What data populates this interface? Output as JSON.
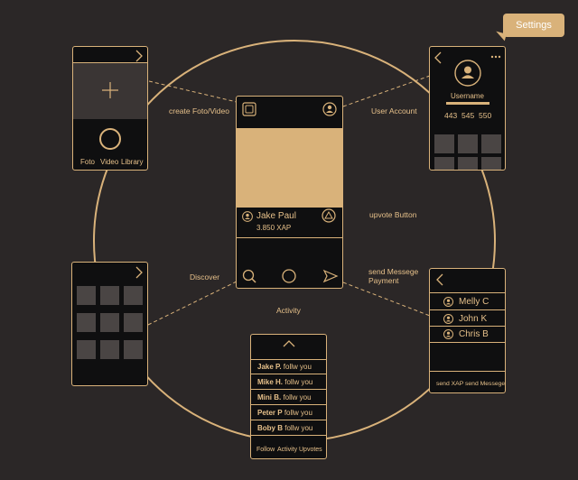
{
  "labels": {
    "create": "create Foto/Video",
    "user_account": "User Account",
    "upvote": "upvote Button",
    "discover": "Discover",
    "send_line1": "send Messege",
    "send_line2": "Payment",
    "activity": "Activity"
  },
  "settings_callout": "Settings",
  "camera_screen": {
    "tabs": [
      "Foto",
      "Video",
      "Library"
    ]
  },
  "feed_screen": {
    "user_name": "Jake Paul",
    "amount": "3.850 XAP"
  },
  "profile_screen": {
    "username": "Username",
    "stats": [
      "443",
      "545",
      "550"
    ]
  },
  "contacts_screen": {
    "contacts": [
      "Melly C",
      "John K",
      "Chris B"
    ],
    "footer": "send XAP send Messege"
  },
  "activity_screen": {
    "items": [
      {
        "name": "Jake P.",
        "text": "follw you"
      },
      {
        "name": "Mike H.",
        "text": "follw you"
      },
      {
        "name": "Mini B.",
        "text": "follw you"
      },
      {
        "name": "Peter P",
        "text": "follw you"
      },
      {
        "name": "Boby B",
        "text": "follw you"
      }
    ],
    "tabs": [
      "Follow",
      "Activity",
      "Upvotes"
    ]
  },
  "colors": {
    "background": "#2b2727",
    "accent": "#d9b27a",
    "screen": "#0f0f10",
    "tile": "#4a4544"
  }
}
